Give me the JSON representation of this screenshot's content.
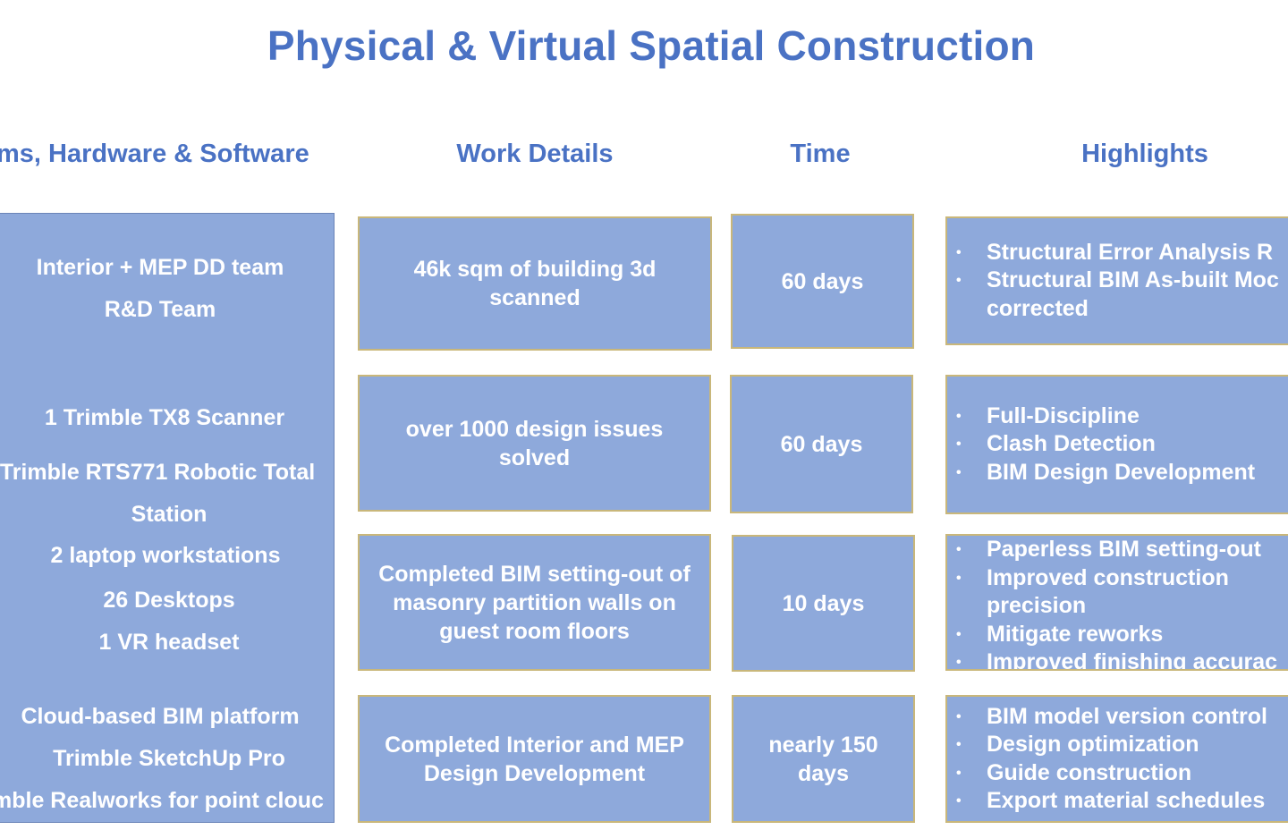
{
  "title": "Physical & Virtual Spatial Construction",
  "headers": {
    "resources": "ms, Hardware & Software",
    "work_details": "Work Details",
    "time": "Time",
    "highlights": "Highlights"
  },
  "resources": {
    "teams": [
      "Interior + MEP DD team",
      "R&D Team"
    ],
    "hardware": [
      "1 Trimble TX8 Scanner",
      "Trimble RTS771 Robotic Total",
      "Station",
      "2 laptop workstations",
      "26 Desktops",
      "1 VR headset"
    ],
    "software": [
      "Cloud-based BIM platform",
      "Trimble SketchUp Pro",
      "mble Realworks for point clouc"
    ]
  },
  "rows": [
    {
      "work": "46k sqm of building 3d scanned",
      "time": "60 days",
      "highlights": [
        "Structural Error Analysis R",
        "Structural BIM As-built Moc",
        "corrected"
      ]
    },
    {
      "work": "over 1000 design issues solved",
      "time": "60 days",
      "highlights": [
        "Full-Discipline",
        "Clash Detection",
        "BIM Design Development"
      ]
    },
    {
      "work": "Completed BIM setting-out of masonry partition walls on guest room floors",
      "time": "10 days",
      "highlights": [
        "Paperless BIM setting-out",
        "Improved construction",
        "precision",
        "Mitigate reworks",
        "Improved finishing accurac"
      ]
    },
    {
      "work": "Completed Interior and MEP Design Development",
      "time": "nearly 150 days",
      "highlights": [
        "BIM model version control",
        "Design optimization",
        "Guide construction",
        "Export material schedules"
      ]
    }
  ],
  "bullet_glyph": "•",
  "colors": {
    "title": "#4a72c4",
    "box_fill": "#8ea9db",
    "box_border": "#c9b77a",
    "box_text": "#ffffff"
  }
}
